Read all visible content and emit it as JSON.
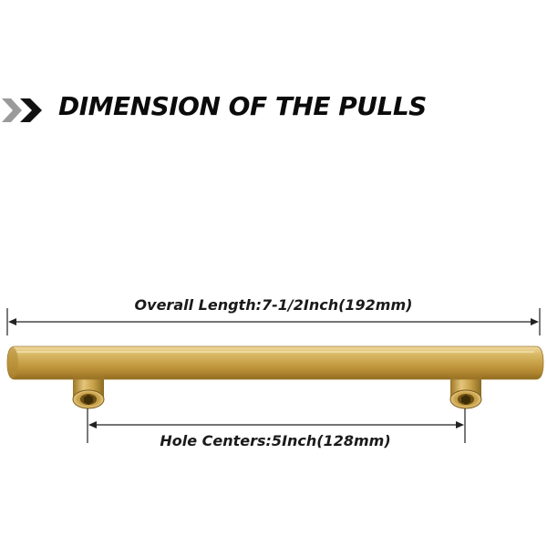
{
  "heading": {
    "title": "DIMENSION OF THE PULLS",
    "chevron_icon": "double-chevron-right-icon"
  },
  "dimensions": {
    "overall_length": "Overall Length:7-1/2Inch(192mm)",
    "hole_centers": "Hole Centers:5Inch(128mm)"
  },
  "colors": {
    "brass": "#c9a24a",
    "brass_light": "#e7cc86",
    "brass_dark": "#8f6c1f",
    "chevron_light": "#9a9a9a",
    "chevron_dark": "#111111",
    "text": "#1a1a1a"
  }
}
